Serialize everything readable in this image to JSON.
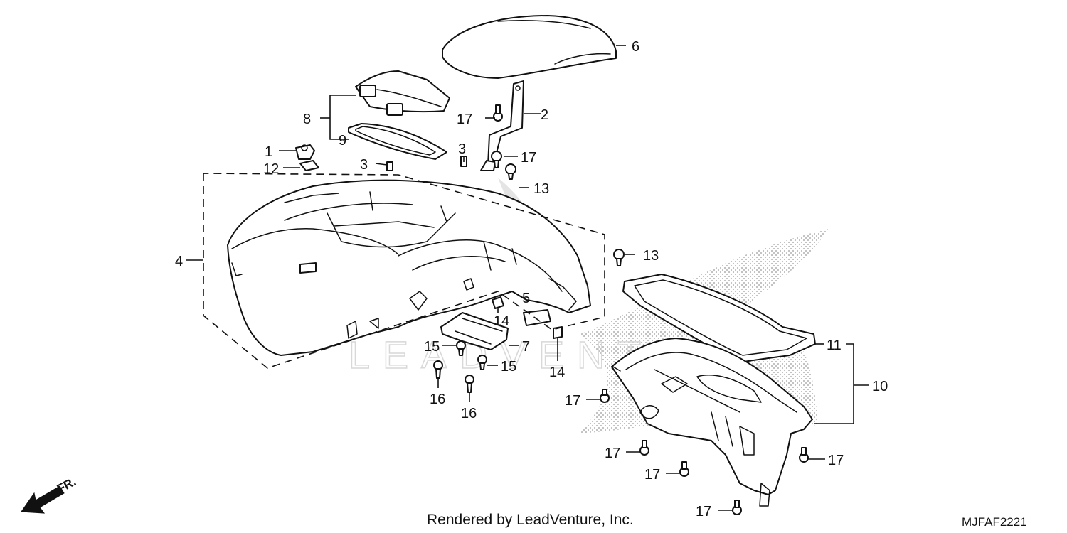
{
  "callouts": {
    "c1": "1",
    "c2": "2",
    "c3a": "3",
    "c3b": "3",
    "c4": "4",
    "c5": "5",
    "c6": "6",
    "c7": "7",
    "c8": "8",
    "c9": "9",
    "c10": "10",
    "c11": "11",
    "c12": "12",
    "c13a": "13",
    "c13b": "13",
    "c14a": "14",
    "c14b": "14",
    "c15a": "15",
    "c15b": "15",
    "c16a": "16",
    "c16b": "16",
    "c17a": "17",
    "c17b": "17",
    "c17c": "17",
    "c17d": "17",
    "c17e": "17",
    "c17f": "17",
    "c17g": "17"
  },
  "footer": {
    "credit": "Rendered by LeadVenture, Inc.",
    "diagram_code": "MJFAF2221"
  },
  "direction": {
    "label": "FR."
  },
  "watermark": {
    "text": "LEADVENTURE"
  },
  "colors": {
    "line": "#111111",
    "watermark": "#cccccc",
    "background": "#ffffff"
  }
}
